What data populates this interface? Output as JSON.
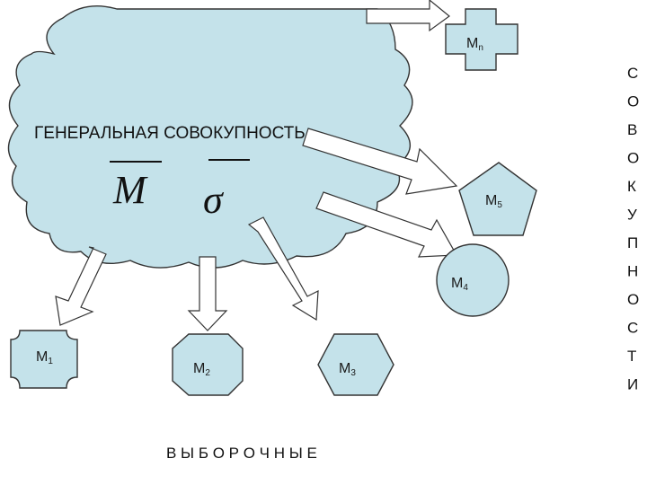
{
  "diagram": {
    "title": "ГЕНЕРАЛЬНАЯ  СОВОКУПНОСТЬ",
    "symbols": {
      "mean": "M",
      "sigma": "σ"
    },
    "samples": [
      {
        "base": "M",
        "sub": "n",
        "shape": "cross"
      },
      {
        "base": "M",
        "sub": "5",
        "shape": "pentagon"
      },
      {
        "base": "M",
        "sub": "4",
        "shape": "ellipse"
      },
      {
        "base": "M",
        "sub": "1",
        "shape": "notched-square"
      },
      {
        "base": "M",
        "sub": "2",
        "shape": "octagon"
      },
      {
        "base": "M",
        "sub": "3",
        "shape": "hexagon"
      }
    ],
    "bottom_caption": "В Ы Б О Р О Ч Н Ы Е",
    "side_caption_letters": [
      "С",
      "О",
      "В",
      "О",
      "К",
      "У",
      "П",
      "Н",
      "О",
      "С",
      "Т",
      "И"
    ]
  },
  "colors": {
    "fill": "#c4e2ea",
    "stroke": "#333333",
    "arrow_fill": "#ffffff"
  }
}
